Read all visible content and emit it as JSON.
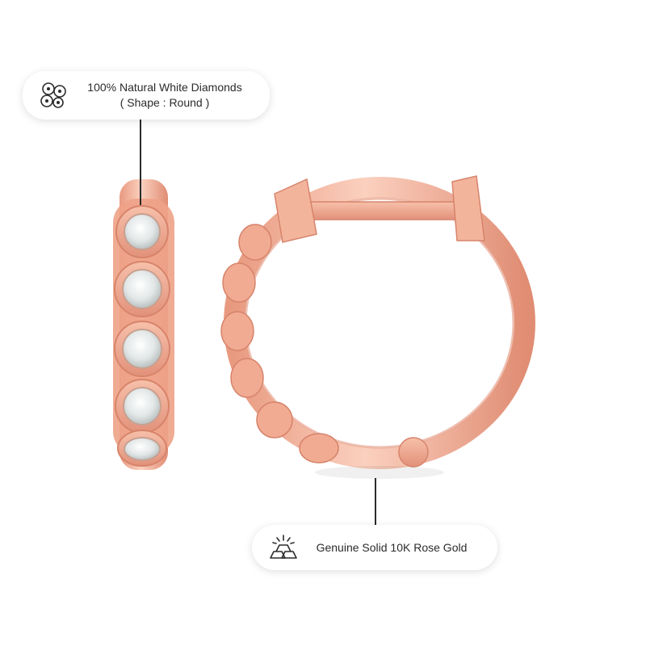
{
  "callouts": {
    "diamonds": {
      "line1": "100% Natural White Diamonds",
      "line2": "( Shape : Round )",
      "icon": "diamonds-cluster-icon"
    },
    "gold": {
      "label": "Genuine Solid 10K Rose Gold",
      "icon": "gold-bars-icon"
    }
  },
  "colors": {
    "rose_gold": "#f0a88e",
    "rose_gold_dark": "#d9826a",
    "rose_gold_light": "#fbd3c2",
    "diamond": "#e9ecec",
    "text": "#2b2b2b"
  }
}
